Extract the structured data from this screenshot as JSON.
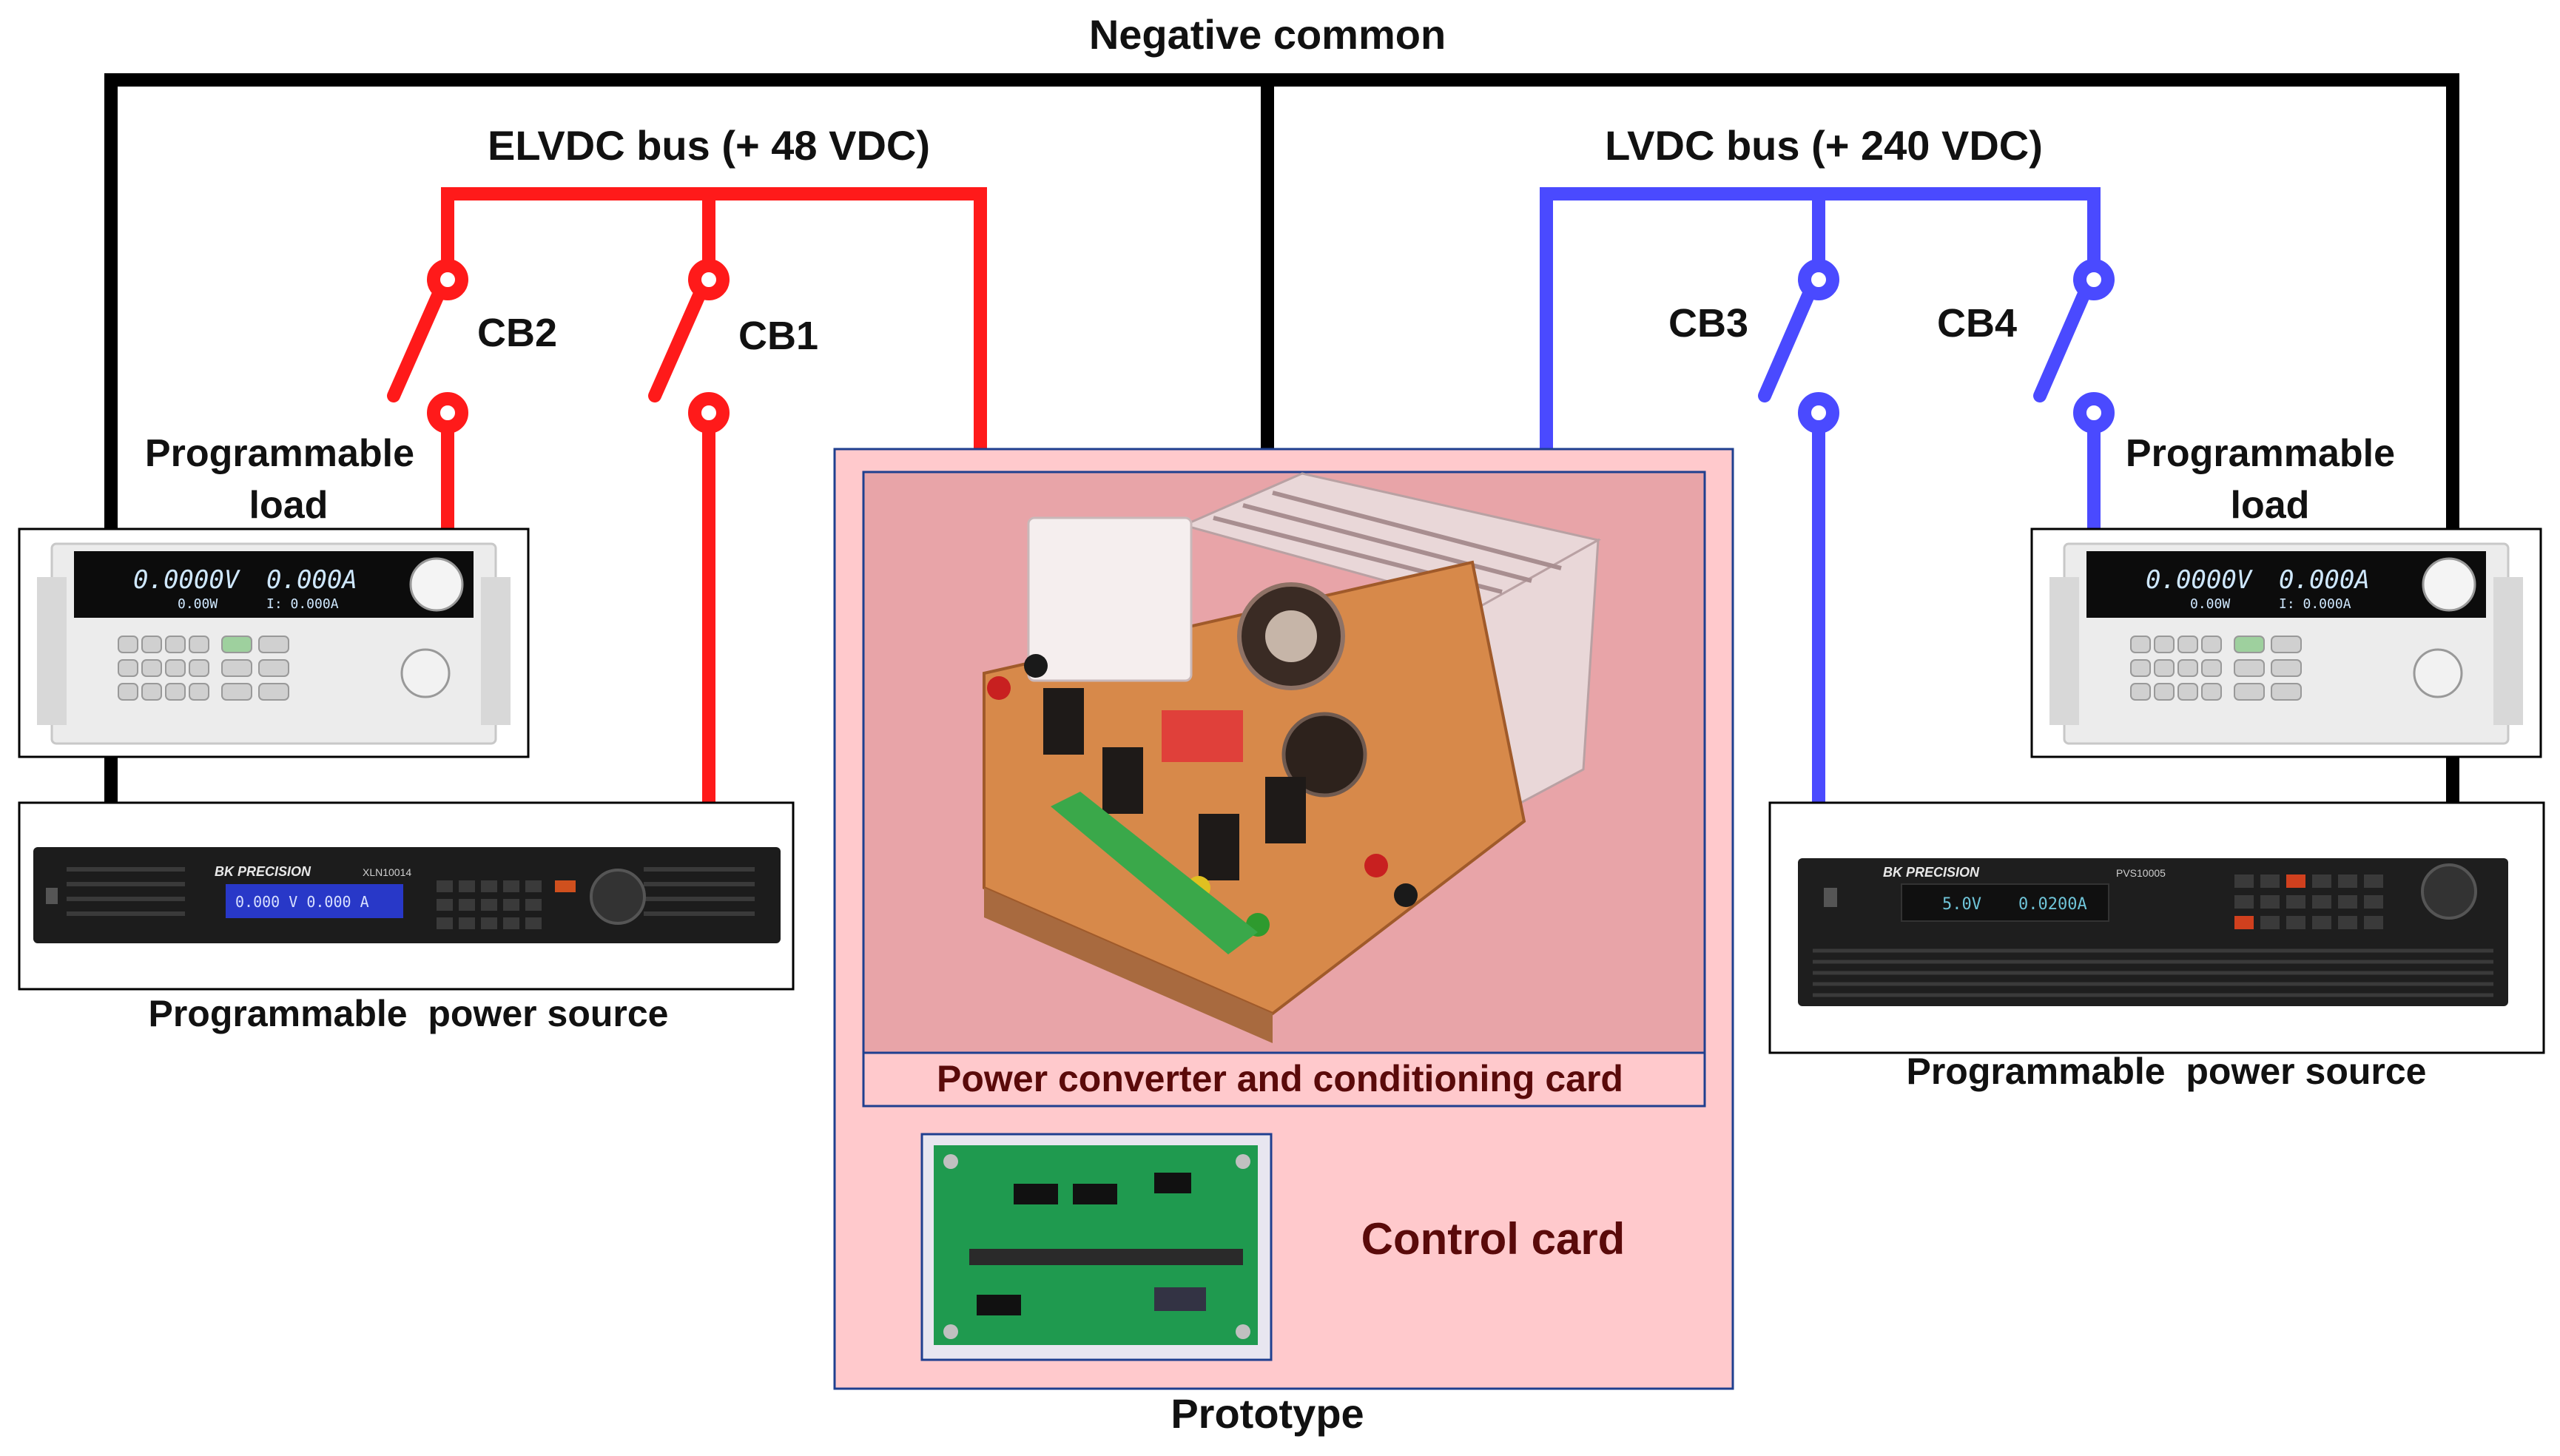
{
  "labels": {
    "negative_common": "Negative common",
    "elvdc_bus": "ELVDC bus (+ 48 VDC)",
    "lvdc_bus": "LVDC bus (+ 240 VDC)",
    "cb1": "CB1",
    "cb2": "CB2",
    "cb3": "CB3",
    "cb4": "CB4",
    "load_left_line1": "Programmable",
    "load_left_line2": "load",
    "load_right_line1": "Programmable",
    "load_right_line2": "load",
    "source_left": "Programmable  power source",
    "source_right": "Programmable  power source",
    "converter_card": "Power converter and  conditioning  card",
    "control_card": "Control card",
    "prototype": "Prototype"
  },
  "devices": {
    "load_left": {
      "readout_v": "0.0000V",
      "readout_a": "0.000A",
      "sub1": "0.00W",
      "sub2": "I: 0.000A"
    },
    "load_right": {
      "readout_v": "0.0000V",
      "readout_a": "0.000A",
      "sub1": "0.00W",
      "sub2": "I: 0.000A"
    },
    "source_left": {
      "brand": "BK PRECISION",
      "model": "XLN10014",
      "readout": "0.000 V    0.000 A"
    },
    "source_right": {
      "brand": "BK PRECISION",
      "model": "PVS10005",
      "readout_v": "5.0V",
      "readout_a": "0.0200A"
    }
  },
  "colors": {
    "negative": "#000000",
    "elvdc": "#ff1a1a",
    "lvdc": "#4a4aff",
    "prototype_fill": "#ffc9cc",
    "converter_fill": "#e8a4a8"
  }
}
